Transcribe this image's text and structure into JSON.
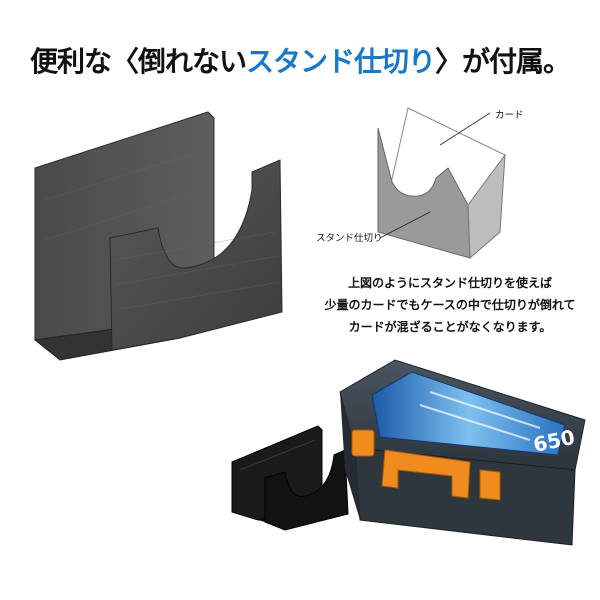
{
  "headline": {
    "part1": "便利な〈倒れない",
    "highlight": "スタンド仕切り",
    "part2": "〉が付属。"
  },
  "diagram": {
    "label_card": "カード",
    "label_stand": "スタンド仕切り"
  },
  "description": [
    "上図のようにスタンド仕切りを使えば",
    "少量のカードでもケースの中で仕切りが倒れて",
    "カードが混ざることがなくなります。"
  ],
  "product": {
    "lid_text": "650",
    "accent_color": "#f08c1e",
    "case_color": "#3a4550"
  },
  "colors": {
    "highlight": "#1a78c8",
    "stand_gray": "#4a4a4c",
    "stand_black": "#121212"
  }
}
